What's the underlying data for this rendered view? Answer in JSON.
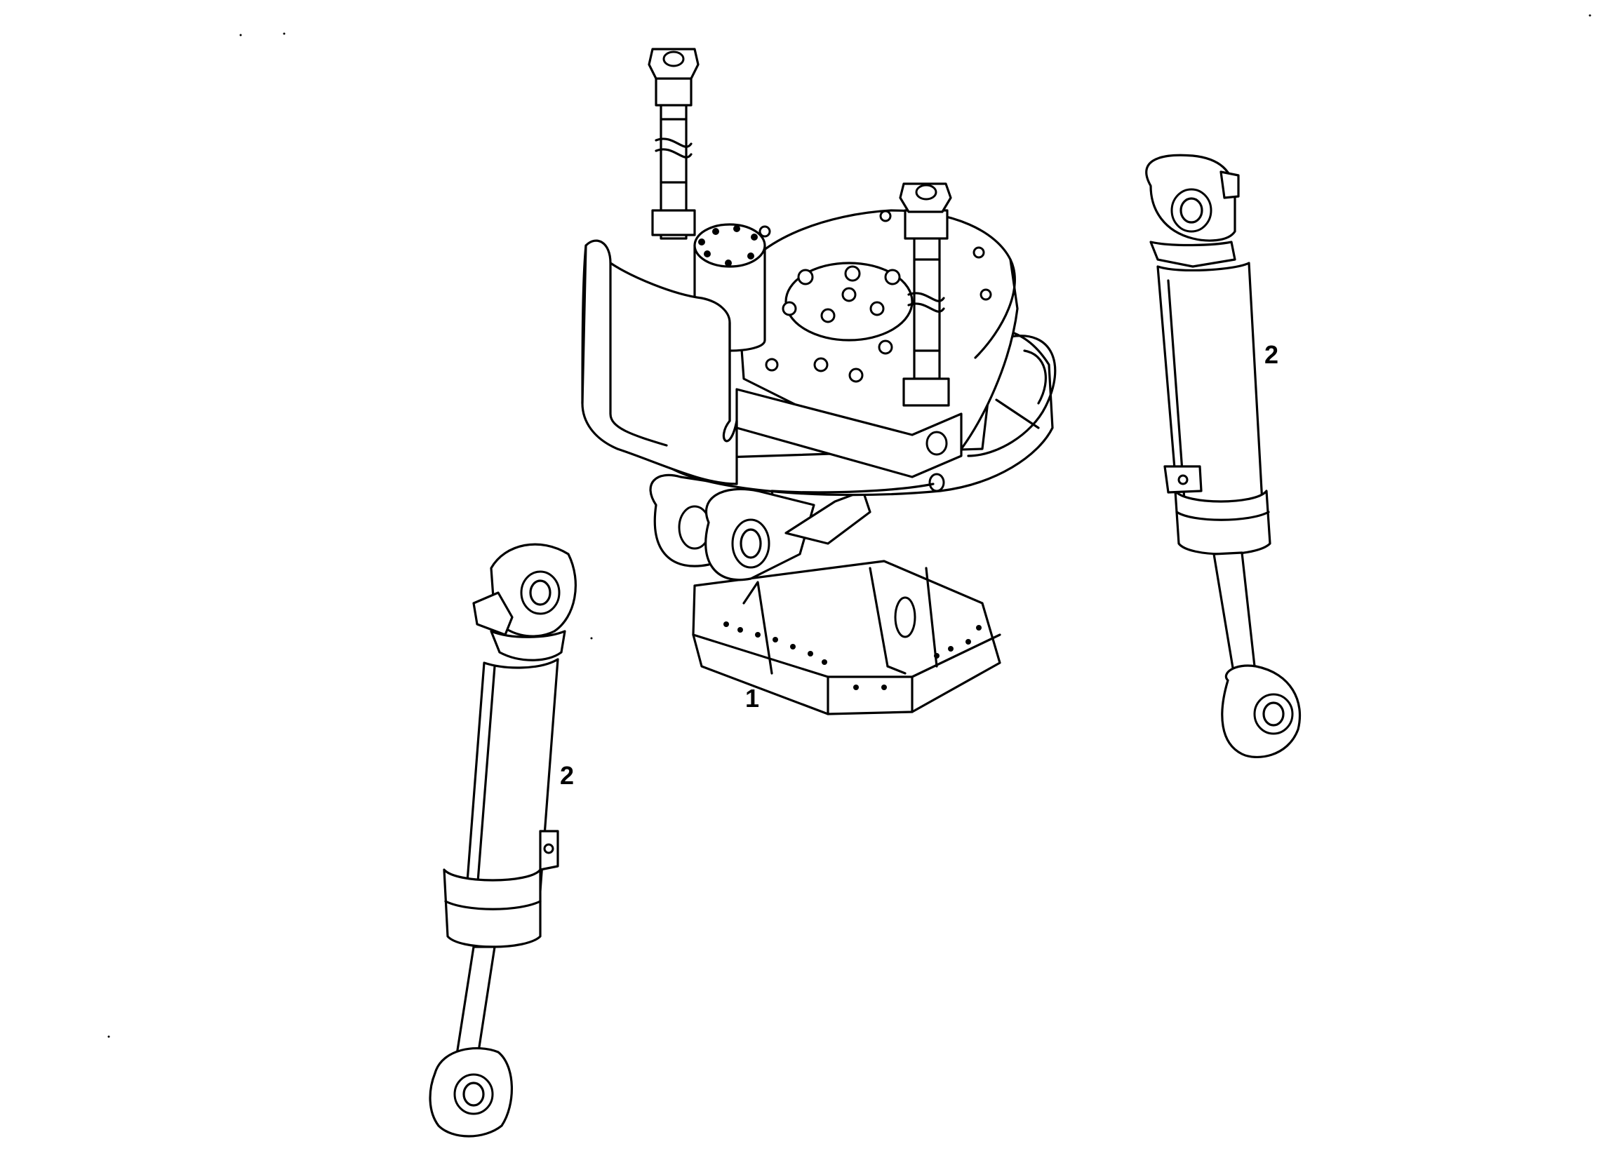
{
  "diagram": {
    "callouts": [
      {
        "id": "1",
        "label": "1"
      },
      {
        "id": "2a",
        "label": "2"
      },
      {
        "id": "2b",
        "label": "2"
      }
    ],
    "colors": {
      "line": "#000000",
      "background": "#ffffff"
    }
  }
}
